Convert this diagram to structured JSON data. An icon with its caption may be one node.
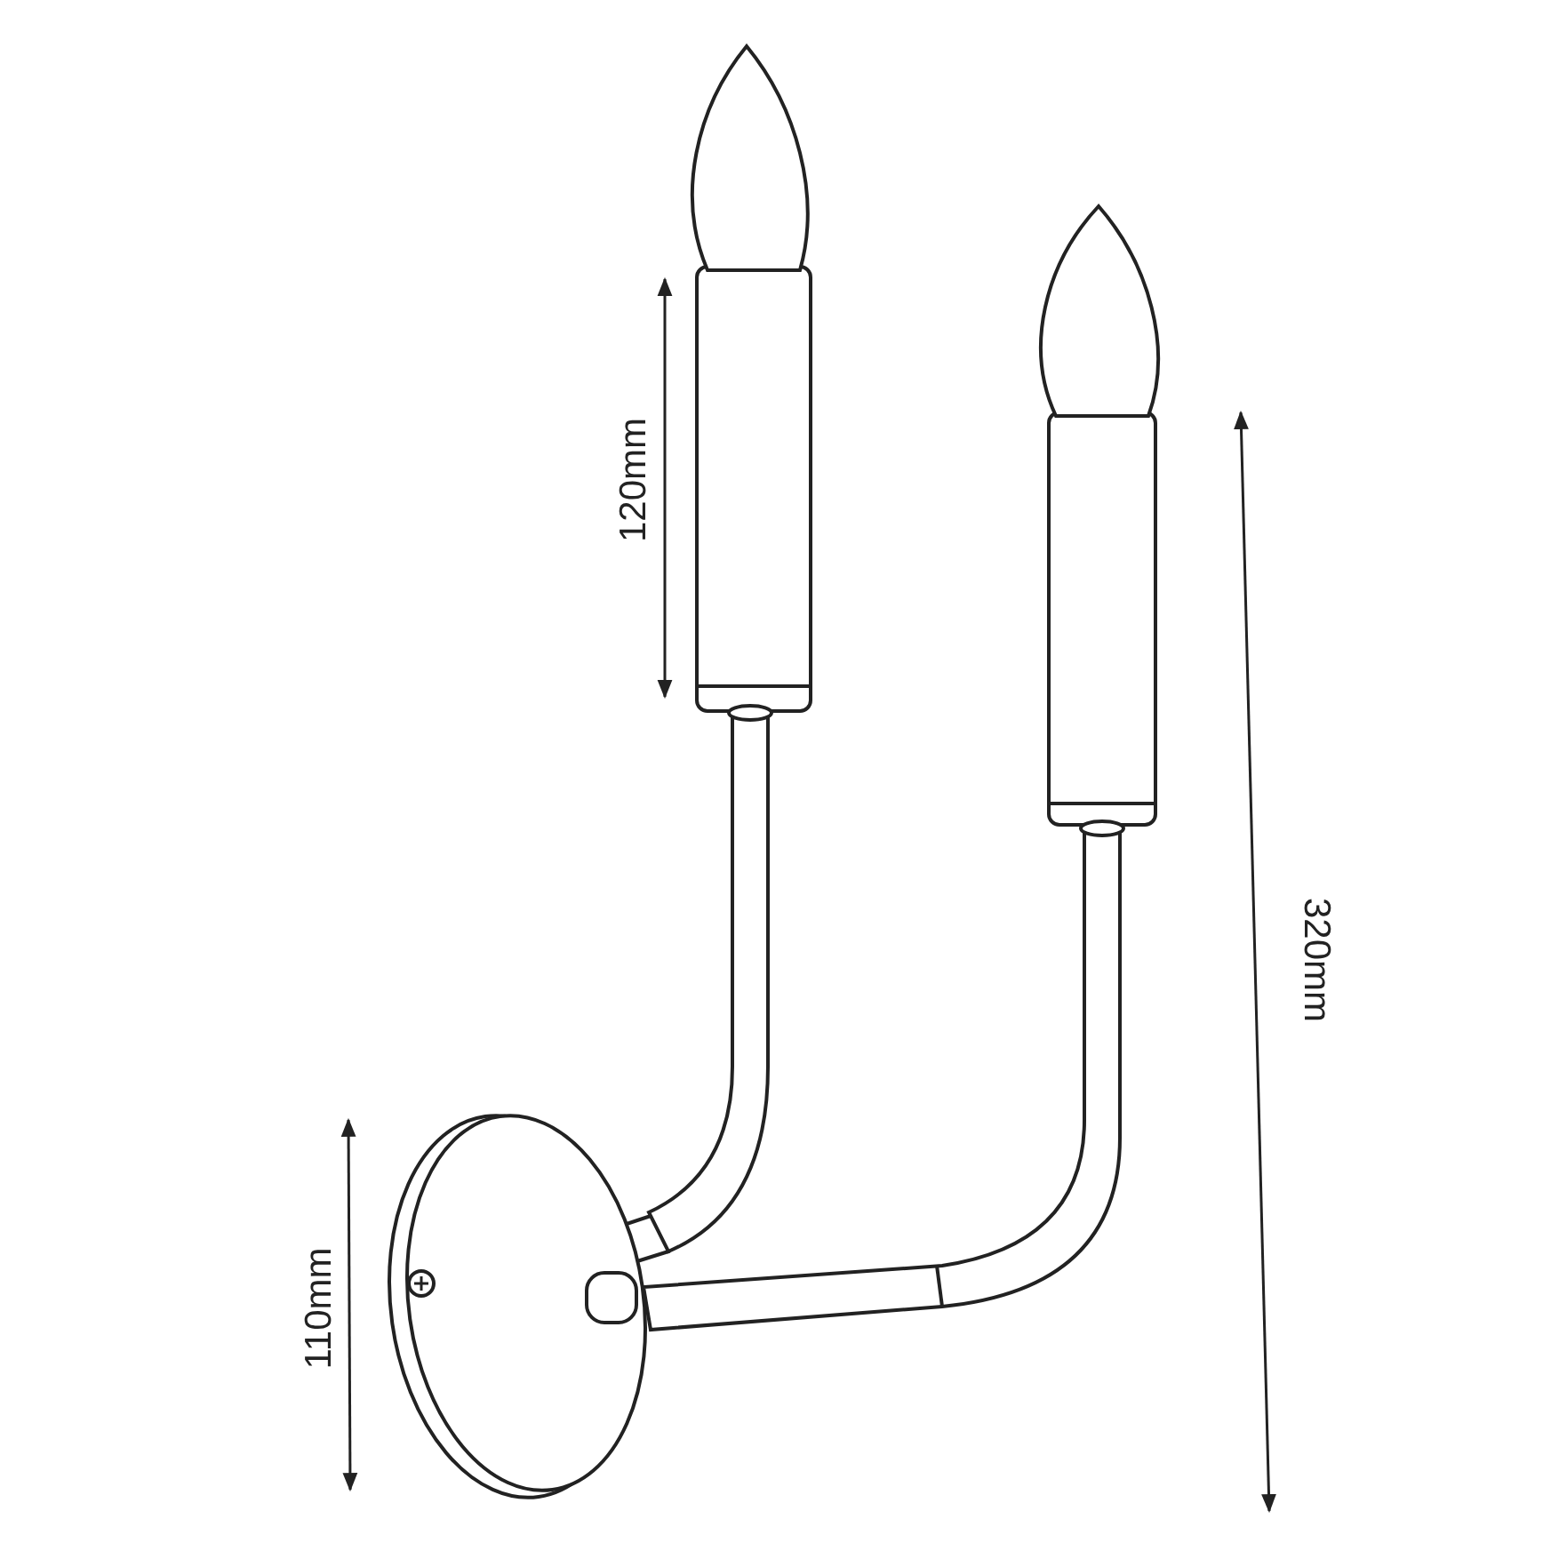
{
  "diagram": {
    "labels": [
      "120mm",
      "320mm",
      "110mm"
    ]
  }
}
